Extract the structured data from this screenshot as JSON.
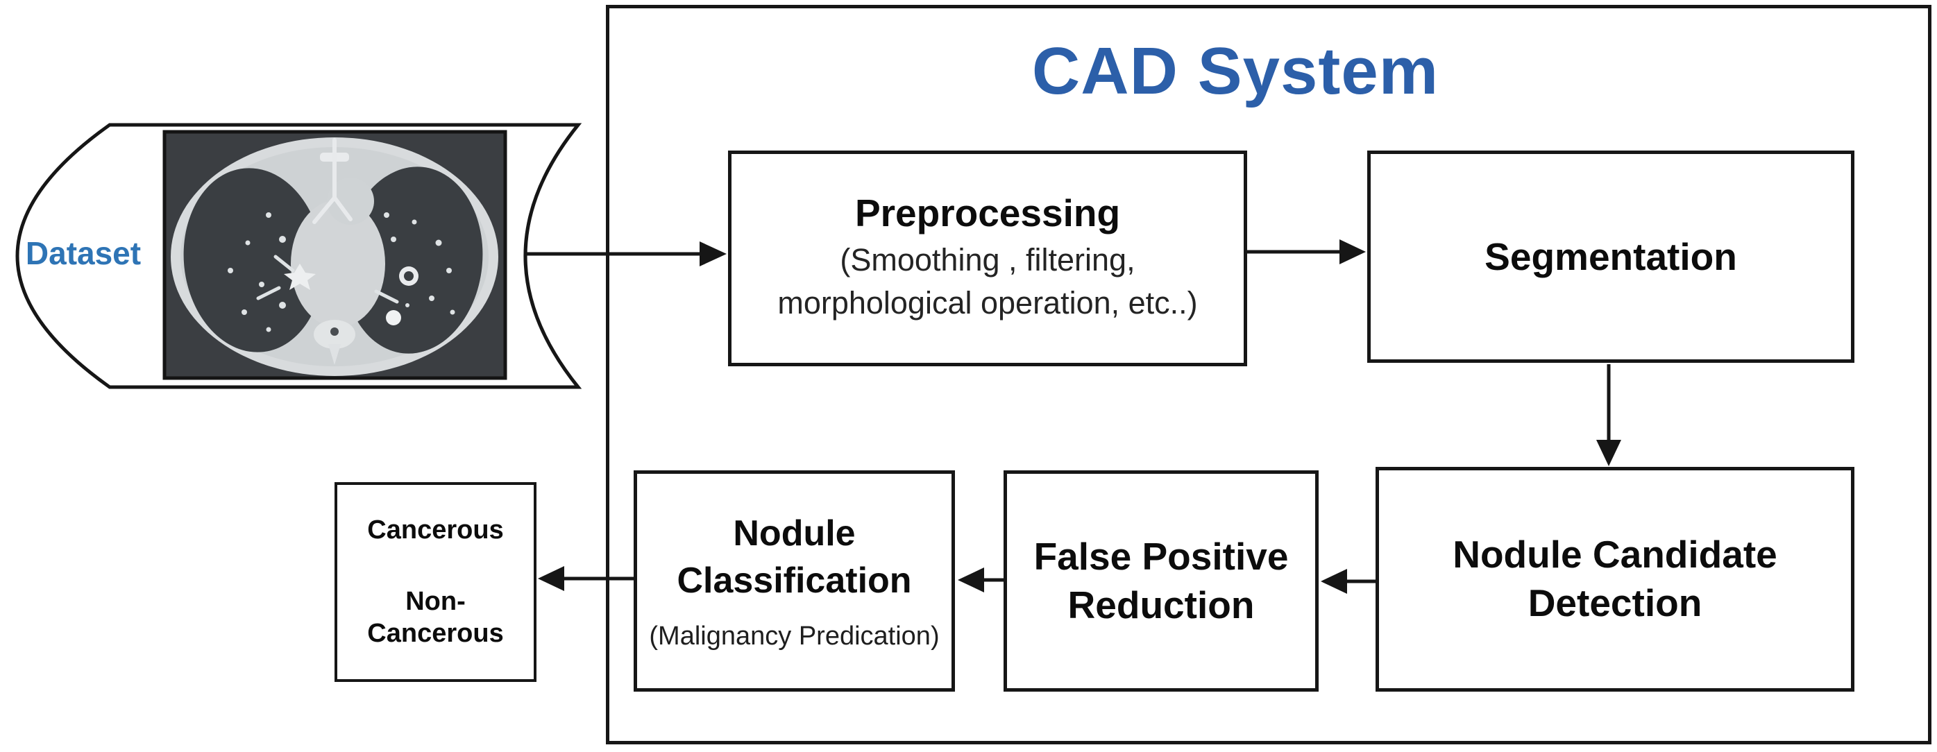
{
  "diagram": {
    "cad_system": {
      "title": "CAD System",
      "title_color": "#2c5fa9"
    },
    "dataset": {
      "label": "Dataset",
      "label_color": "#2e74b5"
    },
    "preprocessing": {
      "title": "Preprocessing",
      "details": "(Smoothing , filtering,\nmorphological operation, etc..)"
    },
    "segmentation": {
      "title": "Segmentation"
    },
    "nodule_candidate_detection": {
      "title": "Nodule Candidate\nDetection"
    },
    "false_positive_reduction": {
      "title": "False Positive\nReduction"
    },
    "nodule_classification": {
      "title": "Nodule\nClassification",
      "subtitle": "(Malignancy Predication)"
    },
    "output": {
      "result_1": "Cancerous",
      "result_2": "Non-\nCancerous"
    },
    "line_color": "#161616"
  }
}
